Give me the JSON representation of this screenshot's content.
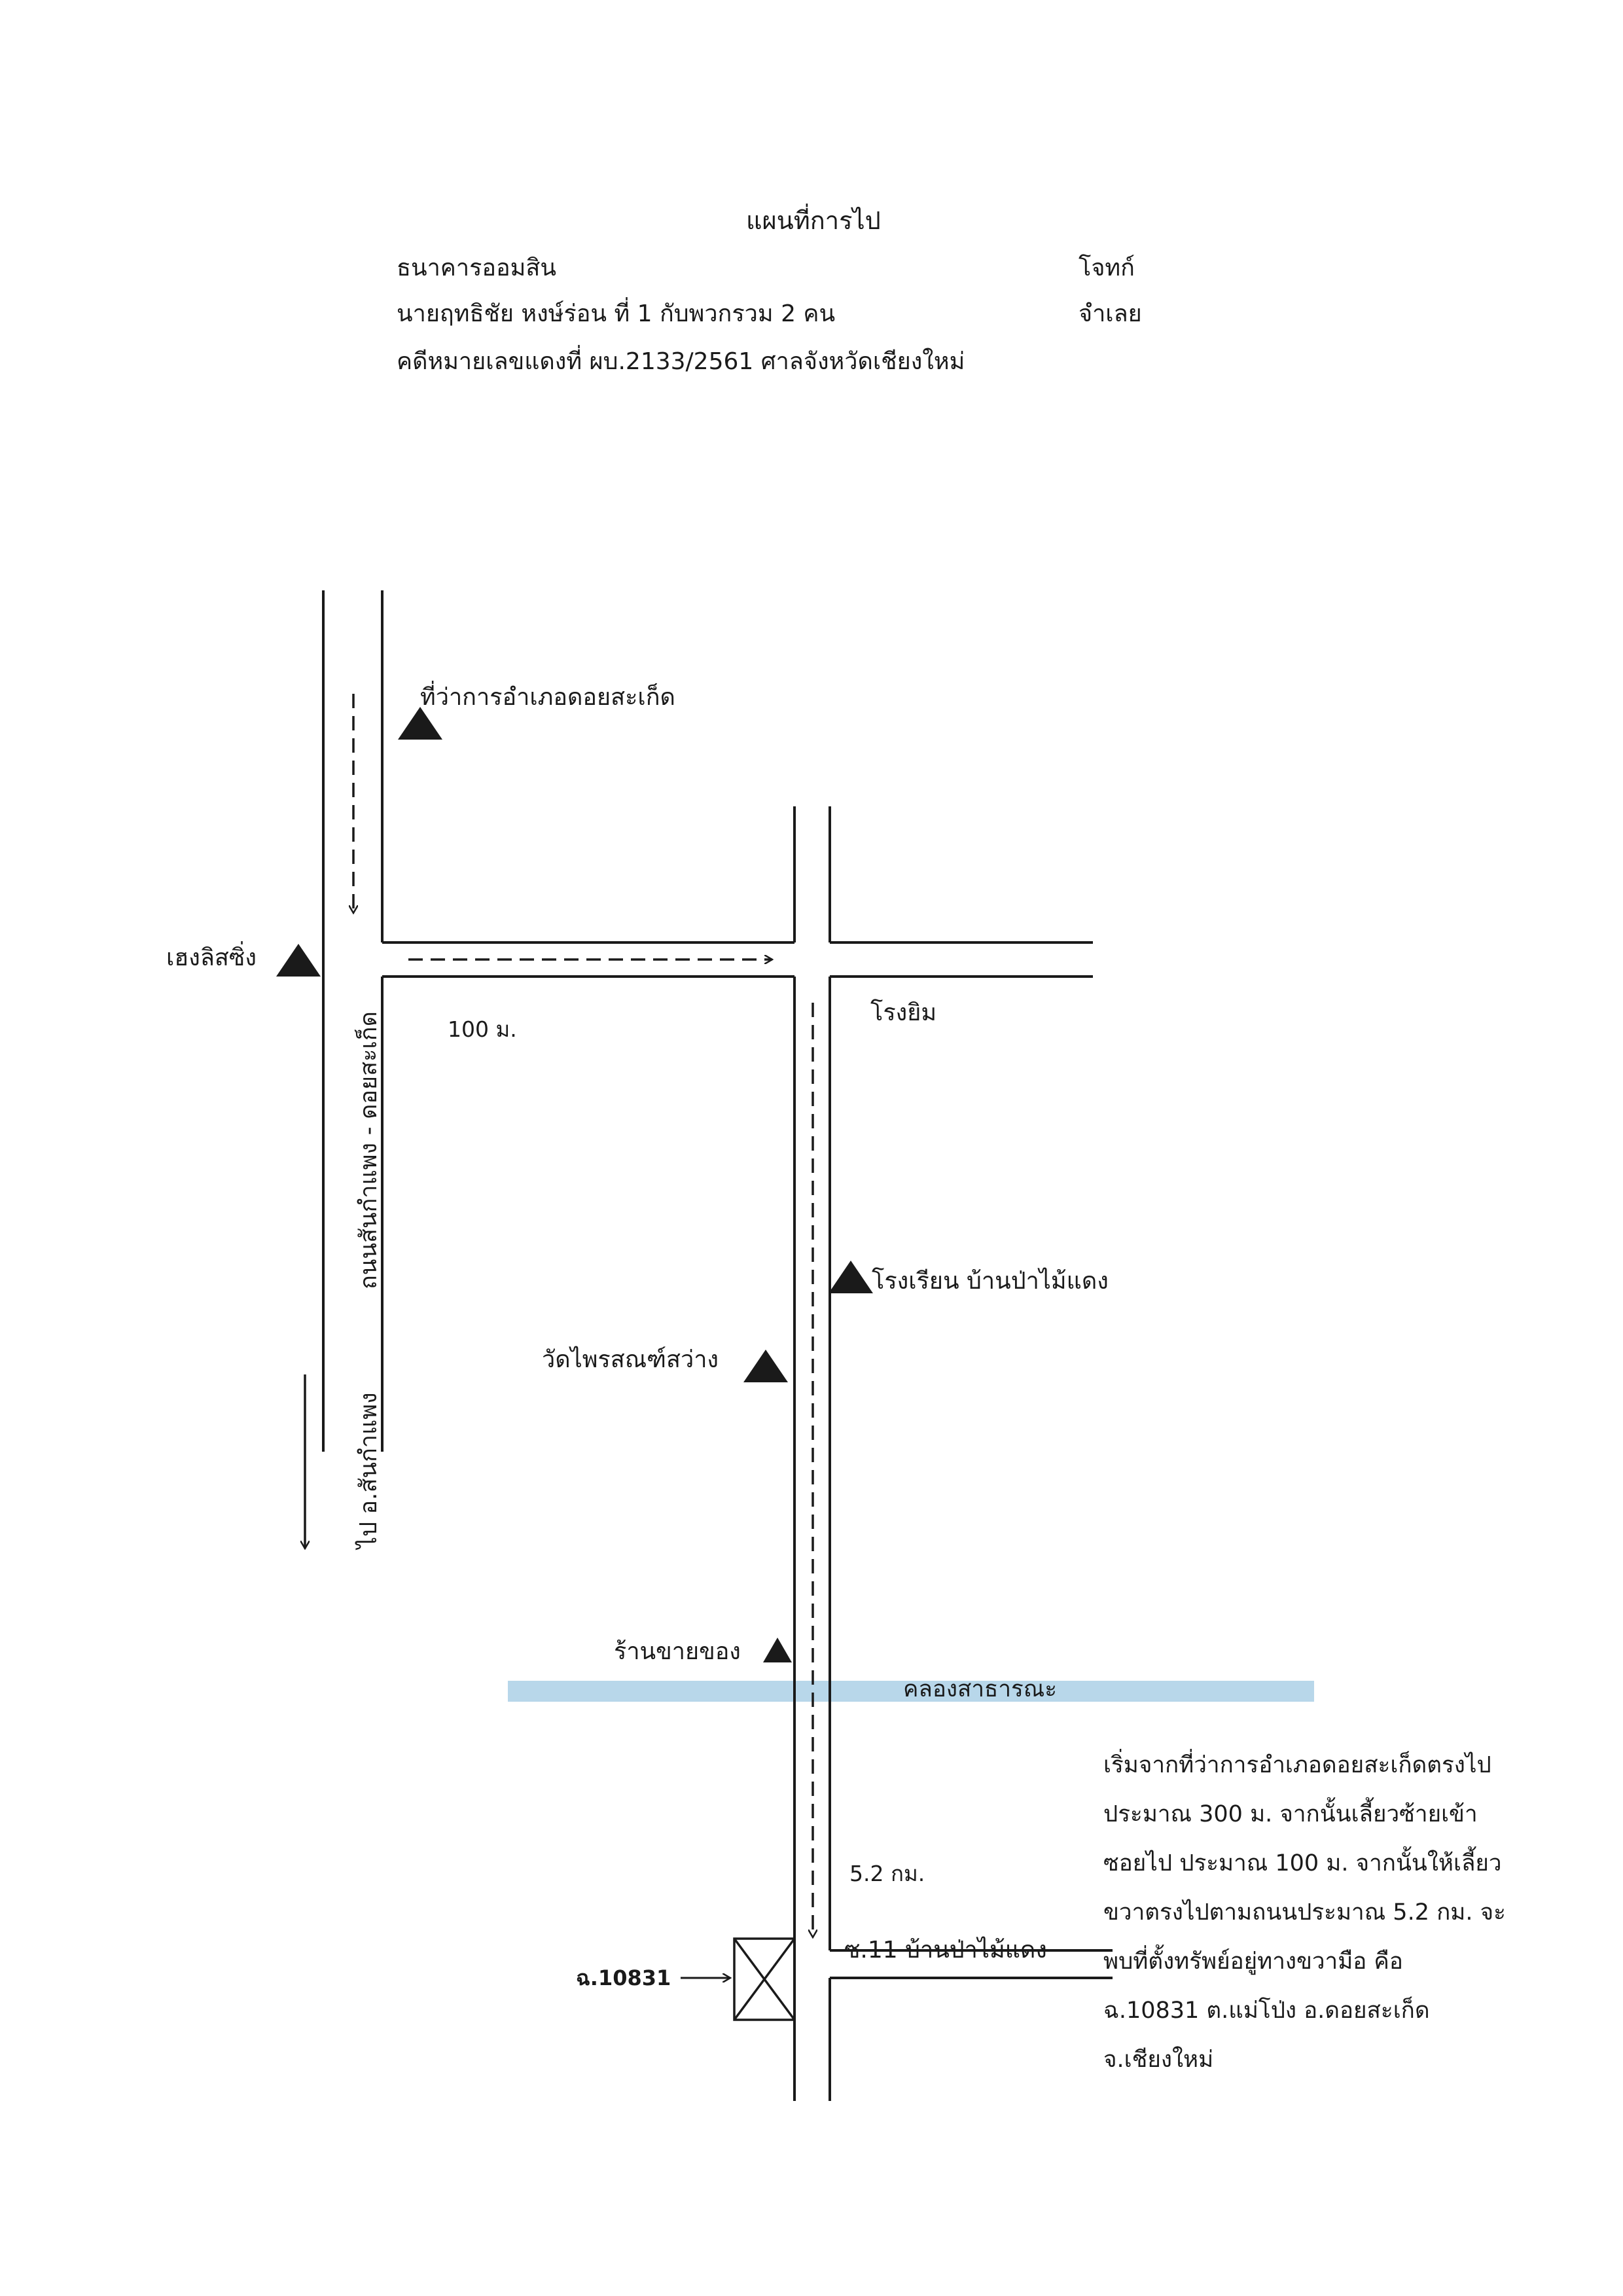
{
  "header": {
    "title": "แผนที่การไป",
    "plaintiff_name": "ธนาคารออมสิน",
    "plaintiff_role": "โจทก์",
    "defendant_name": "นายฤทธิชัย  หงษ์ร่อน ที่ 1 กับพวกรวม 2 คน",
    "defendant_role": "จำเลย",
    "case": "คดีหมายเลขแดงที่ ผบ.2133/2561  ศาลจังหวัดเชียงใหม่"
  },
  "map": {
    "landmarks": {
      "district_office": "ที่ว่าการอำเภอดอยสะเก็ด",
      "heng_leasing": "เฮงลิสซิ่ง",
      "rice_mill": "โรงยิม",
      "school": "โรงเรียน บ้านป่าไม้แดง",
      "temple": "วัดไพรสณฑ์สว่าง",
      "shop": "ร้านขายของ"
    },
    "roads": {
      "main_road": "ถนนสันกำแพง - ดอยสะเก็ด",
      "to_district": "ไป อ.สันกำแพง",
      "soi": "ซ.11 บ้านป่าไม้แดง"
    },
    "canal": "คลองสาธารณะ",
    "distances": {
      "first": "100 ม.",
      "second": "5.2 กม."
    },
    "property_label": "ฉ.10831",
    "colors": {
      "road": "#1a1a1a",
      "canal": "#b8d7ea",
      "landmark": "#1a1a1a"
    }
  },
  "directions": [
    "เริ่มจากที่ว่าการอำเภอดอยสะเก็ดตรงไป",
    "ประมาณ 300 ม. จากนั้นเลี้ยวซ้ายเข้า",
    "ซอยไป ประมาณ 100 ม. จากนั้นให้เลี้ยว",
    "ขวาตรงไปตามถนนประมาณ 5.2 กม. จะ",
    "พบที่ตั้งทรัพย์อยู่ทางขวามือ คือ",
    "ฉ.10831 ต.แม่โป่ง อ.ดอยสะเก็ด",
    "จ.เชียงใหม่"
  ]
}
